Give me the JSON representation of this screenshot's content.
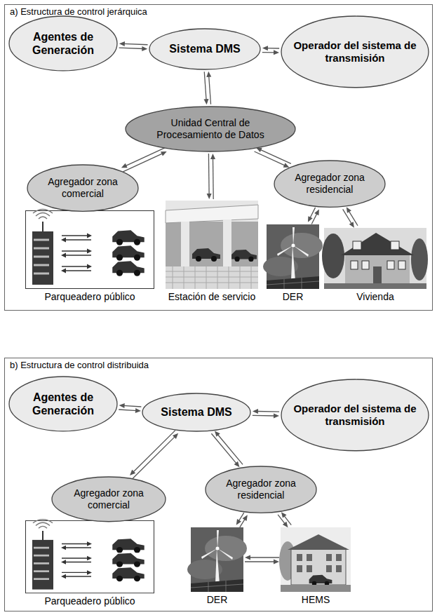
{
  "diagram": {
    "nodes": [
      {
        "text": [
          "a) Estructura de control jerárquica"
        ]
      },
      {
        "text": [
          "Agentes de Generación"
        ],
        "in": 0
      },
      {
        "text": [
          "Sistema DMS"
        ],
        "in": 0
      },
      {
        "text": [
          "Operador del sistema de transmisión"
        ],
        "in": 0
      },
      {
        "text": [
          "Unidad Central de Procesamiento de Datos"
        ],
        "in": 0
      },
      {
        "text": [
          "Agregador zona comercial"
        ],
        "in": 0
      },
      {
        "text": [
          "Agregador zona residencial"
        ],
        "in": 0
      },
      {
        "text": [
          "Parqueadero público"
        ],
        "in": 0
      },
      {
        "text": [
          "Estación de servicio"
        ],
        "in": 0
      },
      {
        "text": [
          "DER"
        ],
        "in": 0
      },
      {
        "text": [
          "Vivienda"
        ],
        "in": 0
      },
      {
        "text": [
          "b) Estructura de control distribuida"
        ]
      },
      {
        "text": [
          "Agentes de Generación"
        ],
        "in": 11
      },
      {
        "text": [
          "Sistema DMS"
        ],
        "in": 11
      },
      {
        "text": [
          "Operador del sistema de transmisión"
        ],
        "in": 11
      },
      {
        "text": [
          "Agregador zona comercial"
        ],
        "in": 11
      },
      {
        "text": [
          "Agregador zona residencial"
        ],
        "in": 11
      },
      {
        "text": [
          "Parqueadero público"
        ],
        "in": 11
      },
      {
        "text": [
          "DER"
        ],
        "in": 11
      },
      {
        "text": [
          "HEMS"
        ],
        "in": 11
      }
    ],
    "edges": [
      {
        "from": 1,
        "to": 2,
        "arrow": "both"
      },
      {
        "from": 2,
        "to": 3,
        "arrow": "both"
      },
      {
        "from": 2,
        "to": 4,
        "arrow": "both"
      },
      {
        "from": 4,
        "to": 5,
        "arrow": "both"
      },
      {
        "from": 4,
        "to": 8,
        "arrow": "both"
      },
      {
        "from": 4,
        "to": 6,
        "arrow": "both"
      },
      {
        "from": 6,
        "to": 9,
        "arrow": "both"
      },
      {
        "from": 6,
        "to": 10,
        "arrow": "both"
      },
      {
        "from": 12,
        "to": 13,
        "arrow": "both"
      },
      {
        "from": 13,
        "to": 14,
        "arrow": "both"
      },
      {
        "from": 13,
        "to": 15,
        "arrow": "both"
      },
      {
        "from": 13,
        "to": 16,
        "arrow": "both"
      },
      {
        "from": 16,
        "to": 18,
        "arrow": "both"
      },
      {
        "from": 16,
        "to": 19,
        "arrow": "both"
      },
      {
        "from": 18,
        "to": 19,
        "arrow": "both"
      }
    ]
  }
}
